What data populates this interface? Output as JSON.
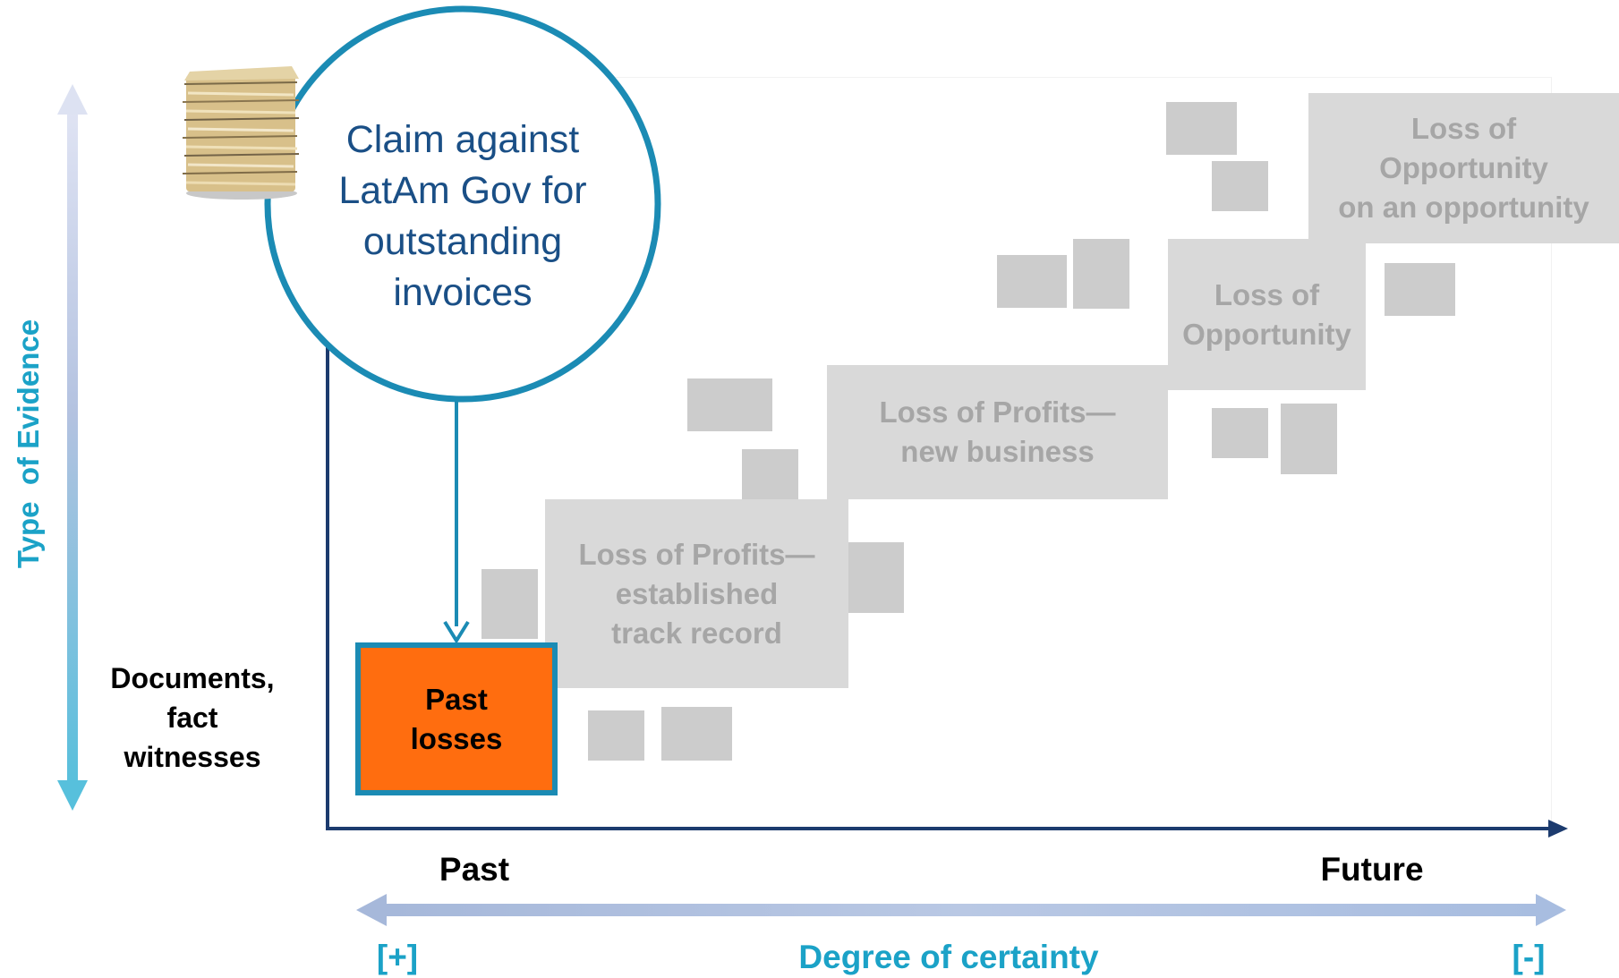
{
  "callout": {
    "lines": [
      "Claim against",
      "LatAm Gov for",
      "outstanding",
      "invoices"
    ]
  },
  "y_axis": {
    "title": "Type  of Evidence",
    "bottom_label_lines": [
      "Documents,",
      "fact",
      "witnesses"
    ]
  },
  "x_axis": {
    "left_label": "Past",
    "right_label": "Future",
    "scale_title": "Degree of certainty",
    "plus_label": "[+]",
    "minus_label": "[-]"
  },
  "boxes": {
    "past_losses": [
      "Past",
      "losses"
    ],
    "lop_established": [
      "Loss of Profits—",
      "established",
      "track record"
    ],
    "lop_new": [
      "Loss of Profits—",
      "new business"
    ],
    "loss_opportunity": [
      "Loss of",
      "Opportunity"
    ],
    "loss_opp_opp": [
      "Loss of",
      "Opportunity",
      "on an opportunity"
    ]
  },
  "icons": {
    "document_stack": "document-stack-icon"
  },
  "colors": {
    "accent_orange": "#ff6d0f",
    "teal": "#1b8bb4",
    "callout_text": "#1a4f86",
    "axis_navy": "#1c3b6e",
    "gray_box": "#d9d9d9",
    "gray_text": "#a6a6a6",
    "cyan": "#1ba2c7"
  }
}
